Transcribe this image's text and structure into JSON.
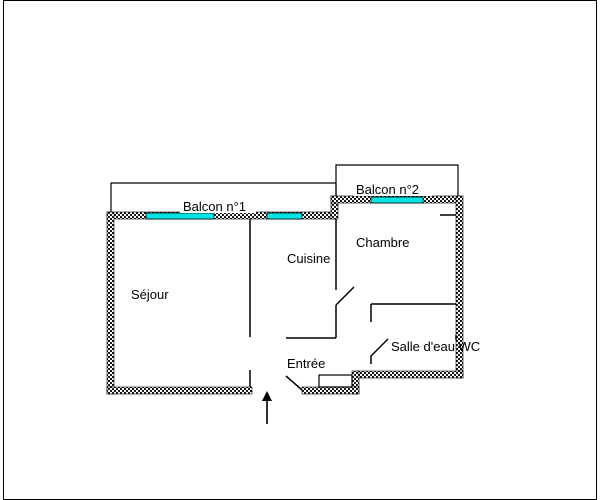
{
  "plan": {
    "labels": {
      "balcon1": "Balcon n°1",
      "balcon2": "Balcon n°2",
      "sejour": "Séjour",
      "cuisine": "Cuisine",
      "chambre": "Chambre",
      "entree": "Entrée",
      "salle_eau": "Salle d'eau WC"
    },
    "colors": {
      "wall_dark": "#1a1a1a",
      "wall_light": "#ffffff",
      "window": "#00e5e5",
      "line": "#000000"
    }
  }
}
